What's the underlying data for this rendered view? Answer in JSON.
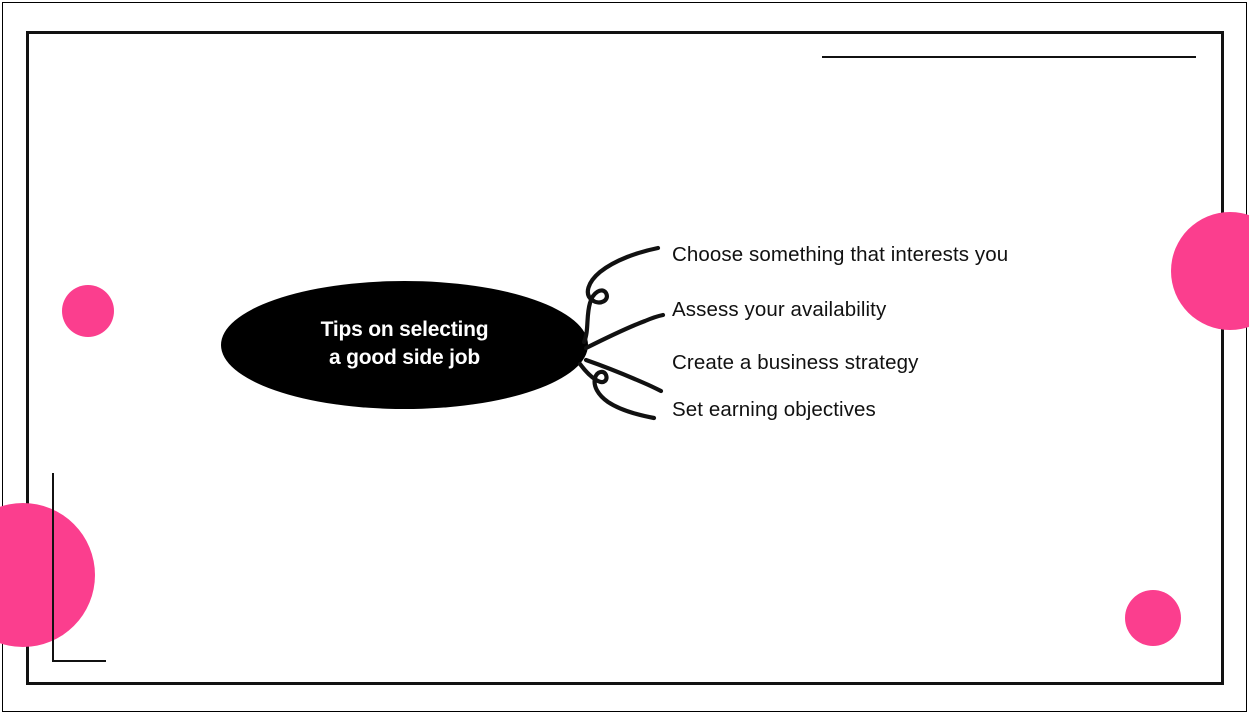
{
  "slide": {
    "background_color": "#ffffff",
    "accent_color": "#FB3E8E",
    "ink_color": "#111111"
  },
  "center_node": {
    "text": "Tips on selecting\na good side job",
    "fill_color": "#000000",
    "text_color": "#ffffff"
  },
  "branches": [
    {
      "label": "Choose something that interests you"
    },
    {
      "label": "Assess your availability"
    },
    {
      "label": "Create a business strategy"
    },
    {
      "label": "Set earning objectives"
    }
  ],
  "decorations": {
    "circles": [
      {
        "name": "circle-small-left",
        "color": "#FB3E8E"
      },
      {
        "name": "circle-large-right",
        "color": "#FB3E8E"
      },
      {
        "name": "circle-large-left",
        "color": "#FB3E8E"
      },
      {
        "name": "circle-small-right",
        "color": "#FB3E8E"
      }
    ],
    "top_rule_color": "#111111",
    "corner_bracket_color": "#111111"
  }
}
